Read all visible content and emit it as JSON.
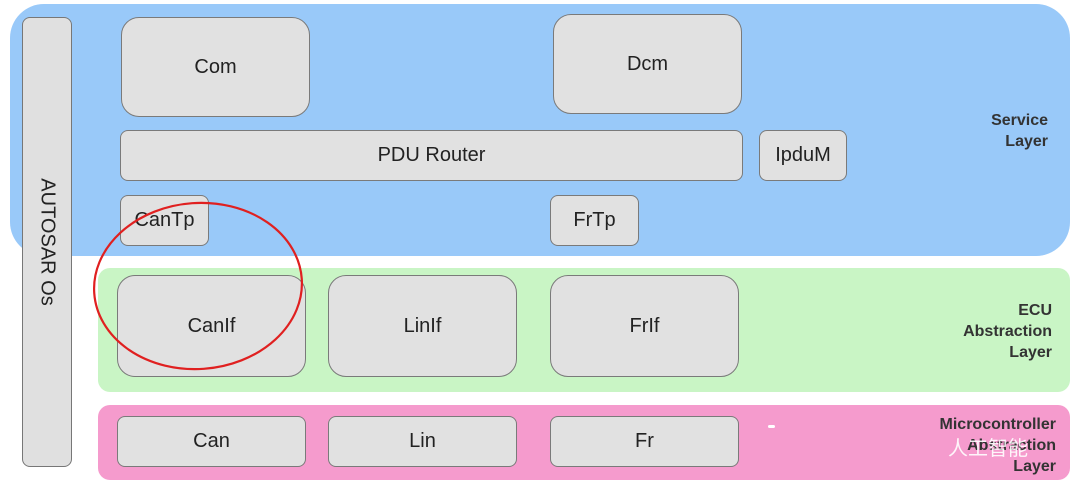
{
  "os": {
    "label": "AUTOSAR Os"
  },
  "service_layer": {
    "label_lines": [
      "Service",
      "Layer"
    ],
    "modules": {
      "com": "Com",
      "dcm": "Dcm",
      "pdu_router": "PDU Router",
      "ipdum": "IpduM",
      "cantp": "CanTp",
      "frtp": "FrTp"
    },
    "color": "#99c9f9"
  },
  "ecu_layer": {
    "label_lines": [
      "ECU",
      "Abstraction",
      "Layer"
    ],
    "modules": {
      "canif": "CanIf",
      "linif": "LinIf",
      "frif": "FrIf"
    },
    "color": "#c9f5c5"
  },
  "mcu_layer": {
    "label_lines": [
      "Microcontroller",
      "Abstraction",
      "Layer"
    ],
    "modules": {
      "can": "Can",
      "lin": "Lin",
      "fr": "Fr"
    },
    "color": "#f59bcd"
  },
  "highlight": {
    "shape": "ellipse",
    "color": "#e02020",
    "target": "CanTp / CanIf"
  },
  "watermark": {
    "text": "人工智能"
  }
}
